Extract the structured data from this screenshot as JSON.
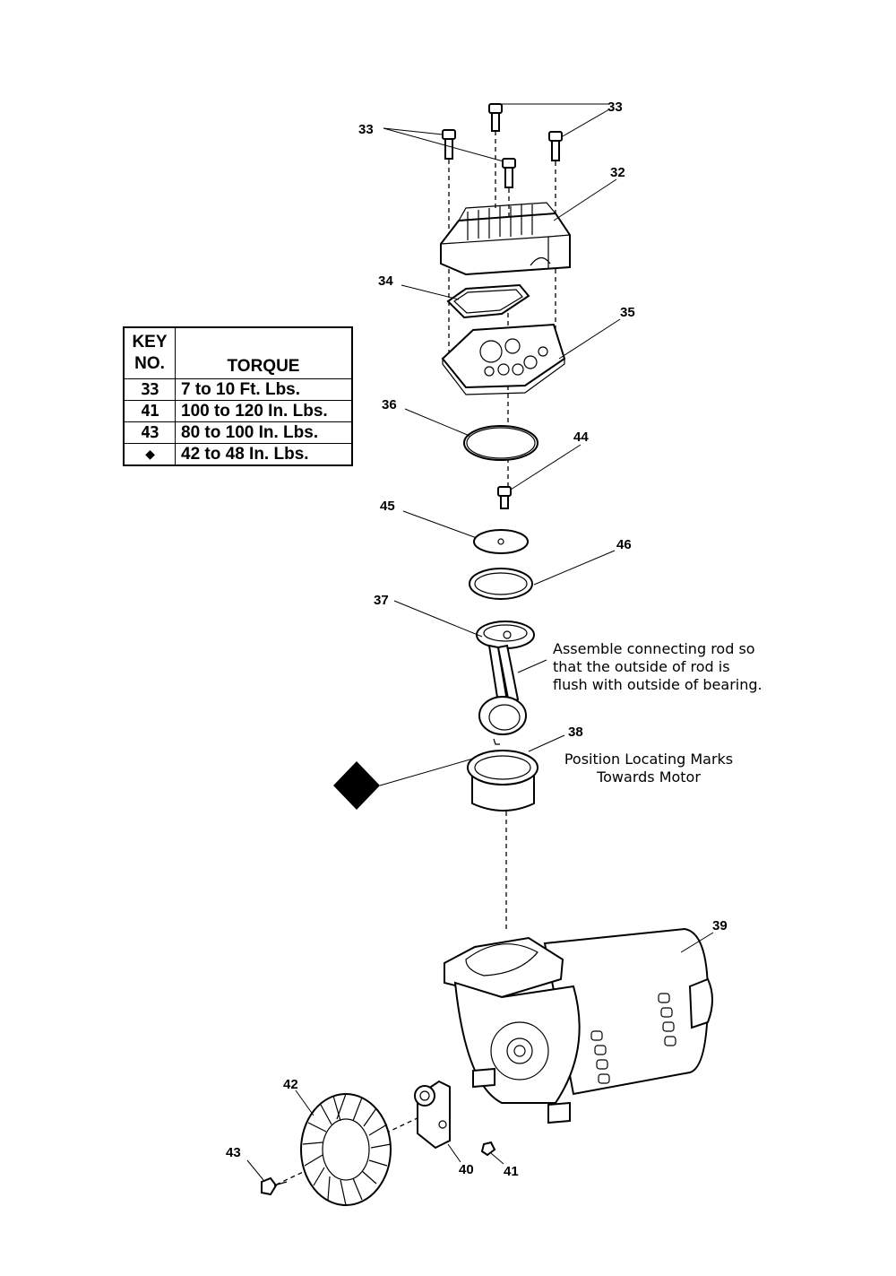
{
  "torque_table": {
    "header_key": "KEY NO.",
    "header_torque": "TORQUE",
    "rows": [
      {
        "key": "33",
        "torque": "7 to 10 Ft. Lbs."
      },
      {
        "key": "41",
        "torque": "100 to 120 In. Lbs."
      },
      {
        "key": "43",
        "torque": "80 to 100 In. Lbs."
      },
      {
        "key": "◆",
        "torque": "42 to 48 In. Lbs."
      }
    ]
  },
  "callouts": {
    "c33a": "33",
    "c33b": "33",
    "c32": "32",
    "c34": "34",
    "c35": "35",
    "c36": "36",
    "c44": "44",
    "c45": "45",
    "c46": "46",
    "c37": "37",
    "c38": "38",
    "c39": "39",
    "c42": "42",
    "c43": "43",
    "c40": "40",
    "c41": "41"
  },
  "notes": {
    "rod_line1": "Assemble connecting rod so",
    "rod_line2": "that the outside of rod is",
    "rod_line3": "flush with outside of bearing.",
    "marks_line1": "Position Locating Marks",
    "marks_line2": "Towards Motor"
  }
}
